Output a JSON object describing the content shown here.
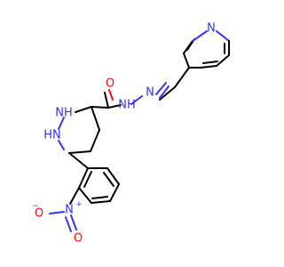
{
  "molecule": {
    "colors": {
      "bond": "#000000",
      "nitrogen": "#3333ff",
      "oxygen": "#ff0d0d"
    },
    "labels": {
      "amide_oxygen": "O",
      "hydrazide_nh": "NH",
      "hydrazone_n": "N",
      "pyridine_n": "N",
      "pyrazolidine_nh_top": "NH",
      "pyrazolidine_nh_bottom": "HN",
      "nitro_n": "N",
      "nitro_charge_plus": "+",
      "nitro_o_single": "O",
      "nitro_charge_minus": "−",
      "nitro_o_double": "O"
    }
  }
}
